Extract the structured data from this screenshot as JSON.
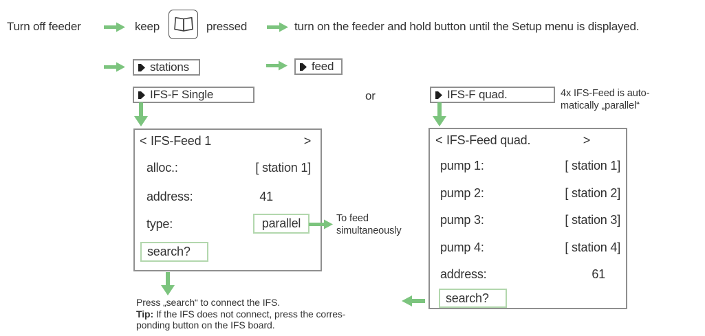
{
  "flow": {
    "turn_off": "Turn off feeder",
    "keep": "keep",
    "pressed": "pressed",
    "turn_on": "turn on the feeder and hold button until the Setup menu is displayed.",
    "stations": "stations",
    "feed": "feed",
    "ifs_f_single": "IFS-F Single",
    "or": "or",
    "ifs_f_quad": "IFS-F quad.",
    "quad_note_line1": "4x IFS-Feed is auto-",
    "quad_note_line2": "matically „parallel“"
  },
  "panel_single": {
    "nav_left": "<",
    "title": "IFS-Feed 1",
    "nav_right": ">",
    "rows": [
      {
        "label": "alloc.:",
        "value": "[ station 1]"
      },
      {
        "label": "address:",
        "value": "41"
      },
      {
        "label": "type:",
        "value": "parallel"
      }
    ],
    "search": "search?"
  },
  "panel_quad": {
    "nav_left": "<",
    "title": "IFS-Feed quad.",
    "nav_right": ">",
    "rows": [
      {
        "label": "pump 1:",
        "value": "[ station 1]"
      },
      {
        "label": "pump 2:",
        "value": "[ station 2]"
      },
      {
        "label": "pump 3:",
        "value": "[ station 3]"
      },
      {
        "label": "pump 4:",
        "value": "[ station 4]"
      },
      {
        "label": "address:",
        "value": "61"
      }
    ],
    "search": "search?"
  },
  "annotations": {
    "to_feed_line1": "To feed",
    "to_feed_line2": "simultaneously",
    "press_search": "Press „search“ to connect the IFS.",
    "tip_label": "Tip:",
    "tip_text": " If the IFS does not connect, press the corres-",
    "tip_text2": "ponding button on the IFS board."
  },
  "colors": {
    "arrow_green": "#7cc47e",
    "green_border": "#b2d7ad",
    "panel_border": "#8f8f8f",
    "text": "#333333"
  }
}
